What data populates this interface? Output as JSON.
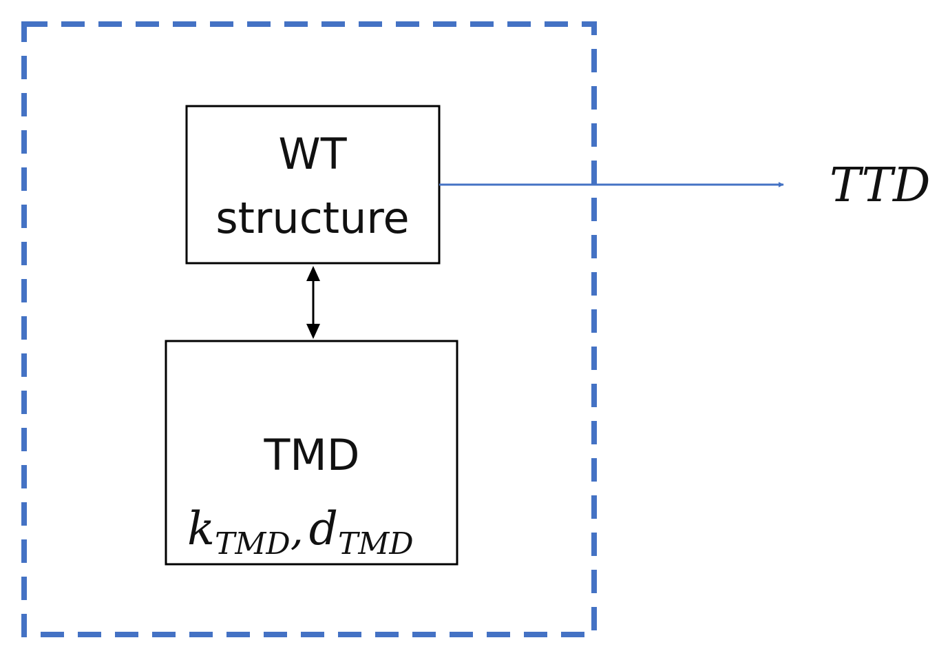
{
  "colors": {
    "boundary": "#4472c4",
    "output_arrow": "#4472c4",
    "box_stroke": "#000000",
    "text": "#111111"
  },
  "wt_box": {
    "line1": "WT",
    "line2": "structure"
  },
  "tmd_box": {
    "title": "TMD",
    "param_k": "k",
    "param_k_sub": "TMD",
    "separator": ",",
    "param_d": "d",
    "param_d_sub": "TMD"
  },
  "output": {
    "label": "TTD"
  }
}
